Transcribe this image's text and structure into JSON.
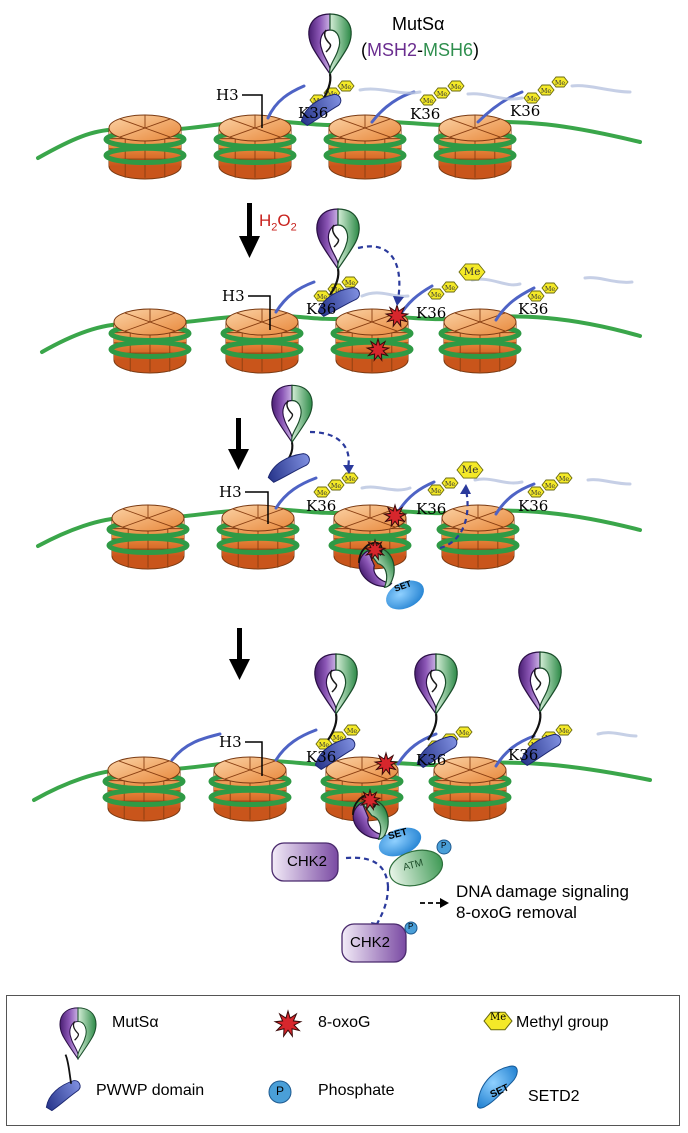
{
  "title": {
    "name": "MutSα",
    "open": "(",
    "msh2": "MSH2",
    "dash": "-",
    "msh6": "MSH6",
    "close": ")"
  },
  "treatment": {
    "h": "H",
    "sub": "2",
    "o": "O",
    "sub2": "2"
  },
  "labels": {
    "h3": "H3",
    "k36": "K36",
    "me": "Me",
    "set": "SET",
    "atm": "ATM",
    "chk2": "CHK2",
    "p": "P"
  },
  "outcome": {
    "line1": "DNA damage signaling",
    "line2": "8-oxoG removal"
  },
  "legend": {
    "mutsa": "MutSα",
    "oxog": "8-oxoG",
    "methyl": "Methyl group",
    "pwwp": "PWWP domain",
    "phosphate": "Phosphate",
    "setd2": "SETD2",
    "p_symbol": "P",
    "me_symbol": "Me",
    "set_symbol": "SET"
  },
  "colors": {
    "msh2": "#6a2d8f",
    "msh6": "#2f8f4e",
    "dna": "#3aa64a",
    "histone": "#e8823a",
    "methyl": "#f4e928",
    "oxog": "#d7262c",
    "pwwp": "#3a4fb0",
    "set": "#2a8fd6",
    "h2o2": "#c8231f"
  }
}
